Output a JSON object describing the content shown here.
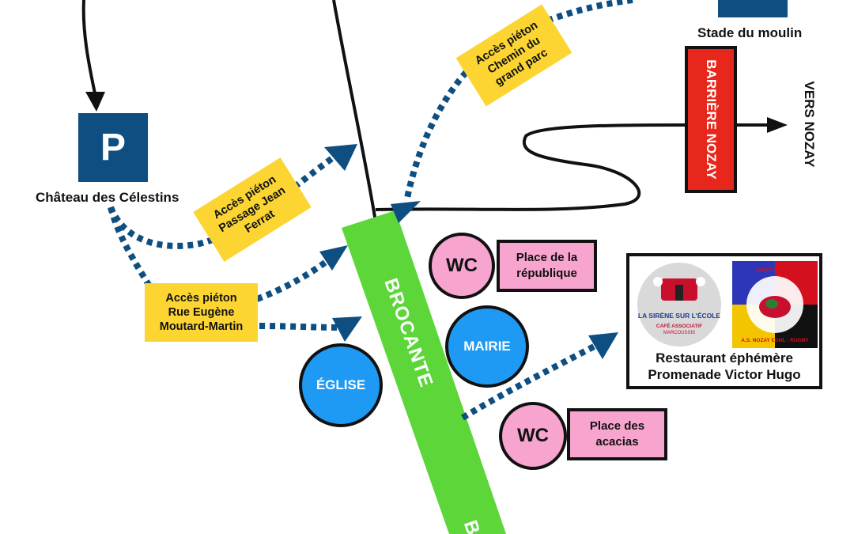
{
  "places": {
    "stade": "Stade du moulin",
    "chateau": "Château des Célestins",
    "parking_symbol": "P"
  },
  "barrier": {
    "label": "BARRIÈRE NOZAY",
    "direction": "VERS NOZAY"
  },
  "paths": {
    "chemin": [
      "Accès piéton",
      "Chemin du",
      "grand parc"
    ],
    "jean_ferrat": [
      "Accès piéton",
      "Passage Jean",
      "Ferrat"
    ],
    "eugene": [
      "Accès piéton",
      "Rue Eugène",
      "Moutard-Martin"
    ]
  },
  "brocante": {
    "label": "BROCANTE",
    "label_partial": "B"
  },
  "buildings": {
    "wc1": "WC",
    "wc2": "WC",
    "place_republique": [
      "Place de la",
      "république"
    ],
    "place_acacias": [
      "Place des",
      "acacias"
    ],
    "mairie": "MAIRIE",
    "eglise": "ÉGLISE"
  },
  "restaurant": {
    "line1": "Restaurant éphémère",
    "line2": "Promenade Victor Hugo",
    "logo_sirene": {
      "title": "LA SIRÈNE SUR L'ÉCOLE",
      "subtitle1": "CAFÉ ASSOCIATIF",
      "subtitle2": "MARCOUSSIS"
    },
    "logo_rugby": {
      "top": "MARCOUSSIS",
      "bottom": "A.S. NOZAY ESML - RUGBY"
    }
  },
  "colors": {
    "parking": "#0e4e80",
    "arrow_blue": "#0e4e80",
    "path_yellow": "#fcd533",
    "brocante_green": "#5dd63a",
    "wc_pink": "#f7a4cf",
    "building_blue": "#1e9af4",
    "barrier_red": "#e8271c"
  }
}
